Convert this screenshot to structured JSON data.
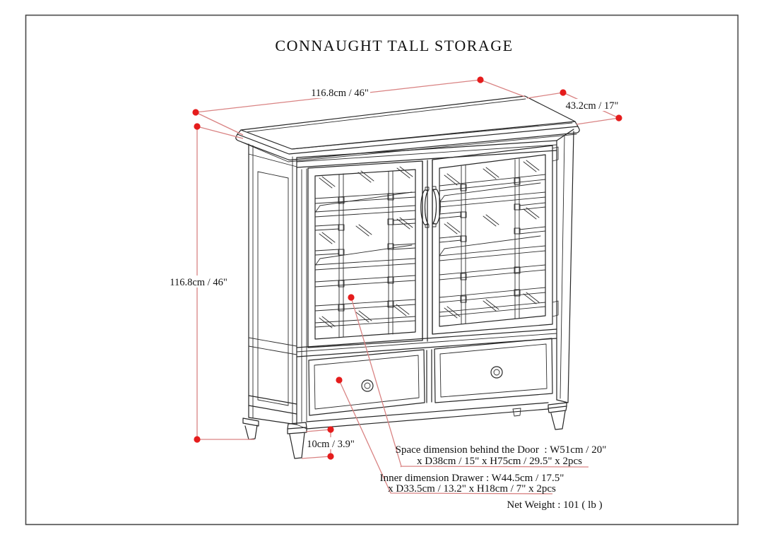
{
  "page": {
    "title": "CONNAUGHT TALL STORAGE"
  },
  "colors": {
    "ink": "#262626",
    "dimension_line": "#d98383",
    "dimension_dot": "#e51c1c",
    "page_border": "#4a4a4a",
    "background": "#ffffff"
  },
  "dimensions": {
    "top_width": {
      "label": "116.8cm / 46\""
    },
    "top_depth": {
      "label": "43.2cm / 17\""
    },
    "height": {
      "label": "116.8cm / 46\""
    },
    "leg_height": {
      "label": "10cm / 3.9\""
    }
  },
  "annotations": {
    "door_space": {
      "line1": "Space dimension behind the Door  : W51cm / 20\"",
      "line2": "x D38cm / 15\" x H75cm / 29.5\" x 2pcs"
    },
    "drawer": {
      "line1": "Inner dimension Drawer : W44.5cm / 17.5\"",
      "line2": "x D33.5cm / 13.2\" x H18cm / 7\" x 2pcs"
    },
    "net_weight": "Net Weight : 101 ( lb )"
  }
}
